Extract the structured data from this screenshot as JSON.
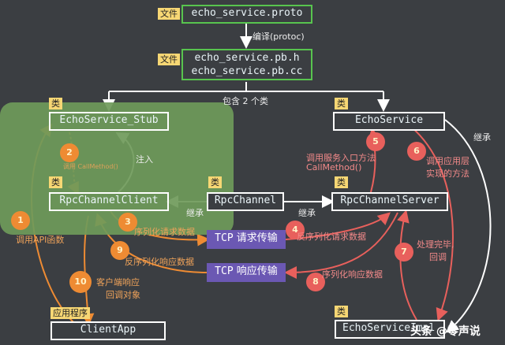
{
  "tags": {
    "file_proto": "文件",
    "file_pb": "文件",
    "class_stub": "类",
    "class_echoservice": "类",
    "class_channelclient": "类",
    "class_rpcchannel": "类",
    "class_channelserver": "类",
    "class_impl": "类",
    "app": "应用程序"
  },
  "nodes": {
    "proto": "echo_service.proto",
    "pb_h": "echo_service.pb.h",
    "pb_cc": "echo_service.pb.cc",
    "stub": "EchoService_Stub",
    "echoservice": "EchoService",
    "channel_client": "RpcChannelClient",
    "rpc_channel": "RpcChannel",
    "channel_server": "RpcChannelServer",
    "client_app": "ClientApp",
    "impl": "EchoServiceImpl"
  },
  "labels": {
    "compile": "编译(protoc)",
    "contains": "包含 2 个类",
    "inject": "注入",
    "inherit_left": "继承",
    "inherit_right": "继承",
    "inherit_far": "继承"
  },
  "tcp": {
    "request_prefix": "TCP",
    "request_text": "请求传输",
    "response_prefix": "TCP",
    "response_text": "响应传输"
  },
  "steps": [
    {
      "num": "1",
      "text": "调用API函数"
    },
    {
      "num": "2",
      "text": "调用 CallMethod()"
    },
    {
      "num": "3",
      "text": "序列化请求数据"
    },
    {
      "num": "4",
      "text": "反序列化请求数据"
    },
    {
      "num": "5",
      "text": "调用服务入口方法"
    },
    {
      "num": "5b",
      "text": "CallMethod()"
    },
    {
      "num": "6",
      "text": "调用应用层"
    },
    {
      "num": "6b",
      "text": "实现的方法"
    },
    {
      "num": "7",
      "text": "处理完毕,"
    },
    {
      "num": "7b",
      "text": "回调"
    },
    {
      "num": "8",
      "text": "序列化响应数据"
    },
    {
      "num": "9",
      "text": "反序列化响应数据"
    },
    {
      "num": "10",
      "text": "客户端响应"
    },
    {
      "num": "10b",
      "text": "回调对象"
    }
  ],
  "numbers": [
    "1",
    "2",
    "3",
    "4",
    "5",
    "6",
    "7",
    "8",
    "9",
    "10"
  ],
  "watermark": "头条 @零声说",
  "colors": {
    "background": "#3b3e42",
    "green_area": "#6f9a5a",
    "box_border": "#58c44e",
    "tag": "#f7d774",
    "orange": "#ee8b33",
    "pink": "#e8605c",
    "tcp_request": "#6b58b3",
    "tcp_response": "#6b58b3"
  }
}
